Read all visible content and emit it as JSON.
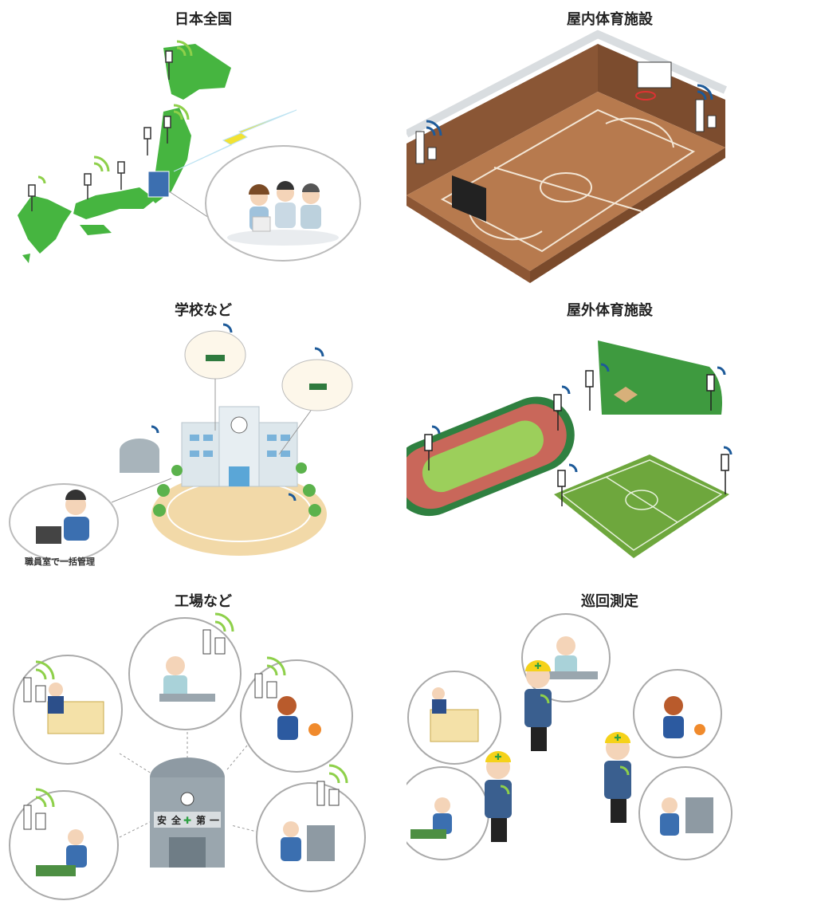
{
  "panels": {
    "nationwide": {
      "title": "日本全国"
    },
    "indoor_sports": {
      "title": "屋内体育施設"
    },
    "schools": {
      "title": "学校など",
      "caption": "職員室で一括管理"
    },
    "outdoor_sports": {
      "title": "屋外体育施設"
    },
    "factories": {
      "title": "工場など",
      "sign": [
        "安",
        "全",
        "第",
        "一"
      ]
    },
    "patrol": {
      "title": "巡回測定"
    }
  },
  "colors": {
    "map_green": "#46b540",
    "court_floor": "#b77a4e",
    "court_wall": "#8a5635",
    "field_green": "#3e9a3f",
    "track_red": "#c9675a",
    "wifi_green": "#8ed04a",
    "wifi_blue": "#1d5a99",
    "bolt_yellow": "#f2e233"
  }
}
